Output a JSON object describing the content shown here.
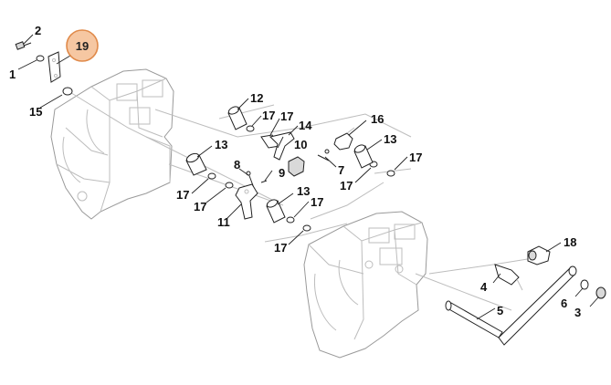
{
  "highlight": {
    "label": "19",
    "fill": "#f6c7a2",
    "stroke": "#e08a4a"
  },
  "labels": {
    "p1": "1",
    "p2": "2",
    "p3": "3",
    "p4": "4",
    "p5": "5",
    "p6": "6",
    "p7": "7",
    "p8": "8",
    "p9": "9",
    "p10": "10",
    "p11": "11",
    "p12": "12",
    "p13a": "13",
    "p13b": "13",
    "p13c": "13",
    "p14": "14",
    "p15": "15",
    "p16": "16",
    "p17a": "17",
    "p17b": "17",
    "p17c": "17",
    "p17d": "17",
    "p17e": "17",
    "p17f": "17",
    "p17g": "17",
    "p17h": "17",
    "p18": "18"
  }
}
